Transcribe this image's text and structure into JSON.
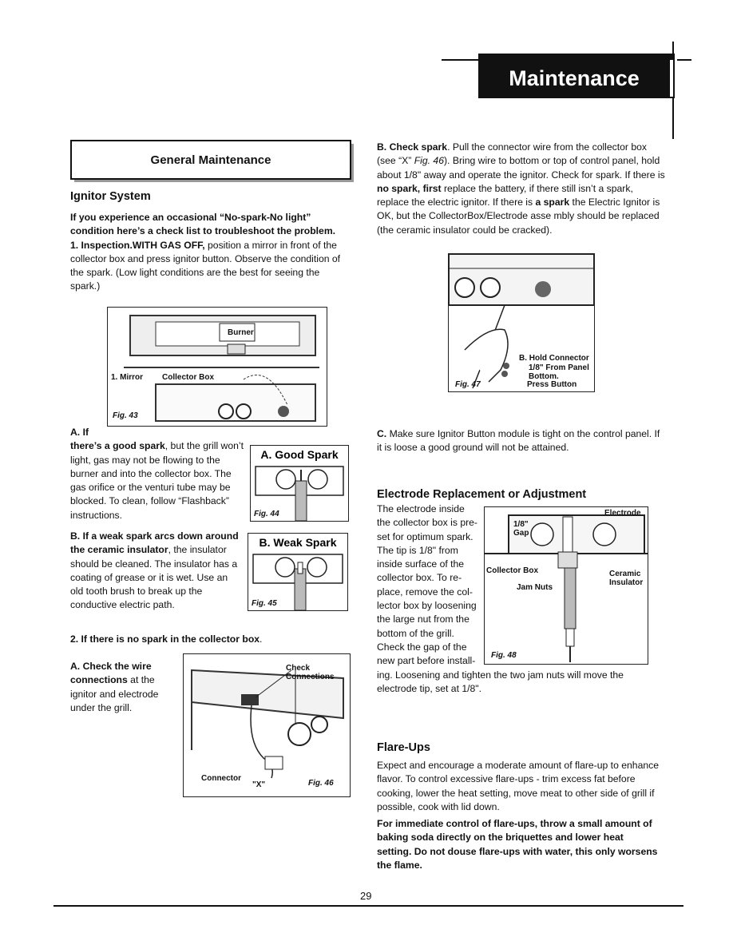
{
  "header": {
    "title": "Maintenance"
  },
  "left": {
    "box_title": "General Maintenance",
    "ignitor_heading": "Ignitor System",
    "intro_bold": "If you experience an occasional “No-spark-No light” condition here’s a check list to troubleshoot the problem.",
    "inspection_label": "1. Inspection.",
    "inspection_bold": "WITH GAS OFF,",
    "inspection_text": " position a mirror in front of the collector box and press ignitor button. Observe the condition of the spark. (Low light conditions are the best for seeing the spark.)",
    "a_label": "A. If",
    "a_bold": "there’s a good spark",
    "a_text": ", but the grill won’t light, gas may not be flowing to the burner and into the collector box. The gas orifice or the venturi tube may be blocked. To clean, follow “Flashback” instructions.",
    "b_bold": "B. If a weak spark arcs down around the ceramic insulator",
    "b_text": ", the insulator should be cleaned. The insulator has a coating of grease or it is wet. Use an old tooth brush to break up the conductive electric path.",
    "step2_bold": "2. If there is no spark in the collector box",
    "step2_end": ".",
    "check_bold": "A. Check the wire connections",
    "check_text": " at the ignitor and electrode under the grill."
  },
  "right": {
    "b_check_bold": "B. Check spark",
    "b_check_text1": ". Pull the connector wire from the collector box (see “X” ",
    "b_check_fig": "Fig. 46",
    "b_check_text2": "). Bring wire to bottom or top of control panel, hold about 1/8\" away and operate the ignitor. Check for spark. If there is ",
    "no_spark_bold": "no spark, first",
    "b_check_text3": " replace the battery, if there still isn’t a spark, replace the electric ignitor. If there is ",
    "a_spark_bold": "a spark",
    "b_check_text4": " the Electric Ignitor is OK, but the CollectorBox/Electrode asse    mbly should be replaced (the ceramic insulator could be cracked).",
    "c_bold": "C.",
    "c_text": " Make sure Ignitor Button module is tight on the control panel. If it is loose a good ground will not be attained.",
    "electrode_heading": "Electrode Replacement or Adjustment",
    "electrode_lines": [
      "The electrode inside",
      "the collector box is pre-",
      "set for optimum spark.",
      "The tip is 1/8\" from",
      "inside surface of the",
      "collector box. To re-",
      "place, remove the col-",
      "lector box by loosening",
      "the large nut from the",
      "bottom of the grill.",
      "Check the gap of the",
      "new part before install-"
    ],
    "electrode_tail": "ing. Loosening and tighten the two jam nuts will move the electrode tip, set at 1/8\".",
    "flare_heading": "Flare-Ups",
    "flare_text": "Expect and encourage a moderate amount of flare-up to enhance flavor. To control excessive flare-ups - trim excess fat before cooking, lower the heat setting, move meat to other side of grill if possible, cook with lid down.",
    "flare_bold": "For immediate control of flare-ups, throw a small amount of baking soda directly on the briquettes and lower heat setting. Do not douse flare-ups with water, this only worsens the flame."
  },
  "figures": {
    "fig43": {
      "caption": "Fig. 43",
      "burner": "Burner",
      "mirror": "1. Mirror",
      "collector": "Collector Box"
    },
    "fig44": {
      "caption": "Fig. 44",
      "title": "A. Good Spark"
    },
    "fig45": {
      "caption": "Fig. 45",
      "title": "B. Weak Spark"
    },
    "fig46": {
      "caption": "Fig. 46",
      "check": "Check",
      "connections": "Connections",
      "connector": "Connector",
      "x": "\"X\""
    },
    "fig47": {
      "caption": "Fig. 47",
      "hold": "B. Hold Connector",
      "l2": "1/8\" From Panel",
      "l3": "Bottom.",
      "press": "Press Button"
    },
    "fig48": {
      "caption": "Fig. 48",
      "electrode": "Electrode",
      "gap1": "1/8\"",
      "gap2": "Gap",
      "collector": "Collector Box",
      "jam": "Jam Nuts",
      "ceramic": "Ceramic",
      "insulator": "Insulator"
    }
  },
  "footer": {
    "page_number": "29"
  }
}
